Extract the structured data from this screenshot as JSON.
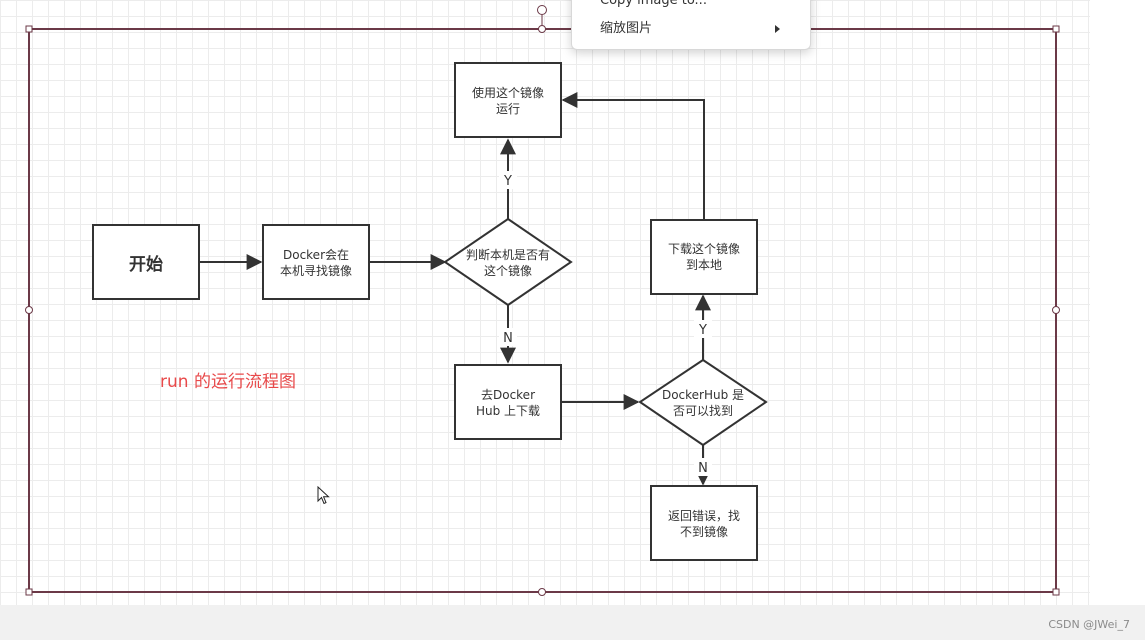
{
  "diagram": {
    "caption": "run 的运行流程图",
    "nodes": {
      "start": "开始",
      "find_local": [
        "Docker会在",
        "本机寻找镜像"
      ],
      "check_local": [
        "判断本机是否有",
        "这个镜像"
      ],
      "use_image": [
        "使用这个镜像",
        "运行"
      ],
      "pull_hub": [
        "去Docker",
        "Hub 上下载"
      ],
      "check_hub": [
        "DockerHub 是",
        "否可以找到"
      ],
      "download_local": [
        "下载这个镜像",
        "到本地"
      ],
      "error": [
        "返回错误，找",
        "不到镜像"
      ]
    },
    "edge_labels": {
      "local_yes": "Y",
      "local_no": "N",
      "hub_yes": "Y",
      "hub_no": "N"
    }
  },
  "context_menu": {
    "items": [
      {
        "label": "Copy image to...",
        "has_submenu": false
      },
      {
        "label": "缩放图片",
        "has_submenu": true
      }
    ]
  },
  "watermark": "CSDN @JWei_7",
  "icons": {
    "cursor": "mouse-pointer-icon",
    "submenu": "chevron-right-icon"
  }
}
